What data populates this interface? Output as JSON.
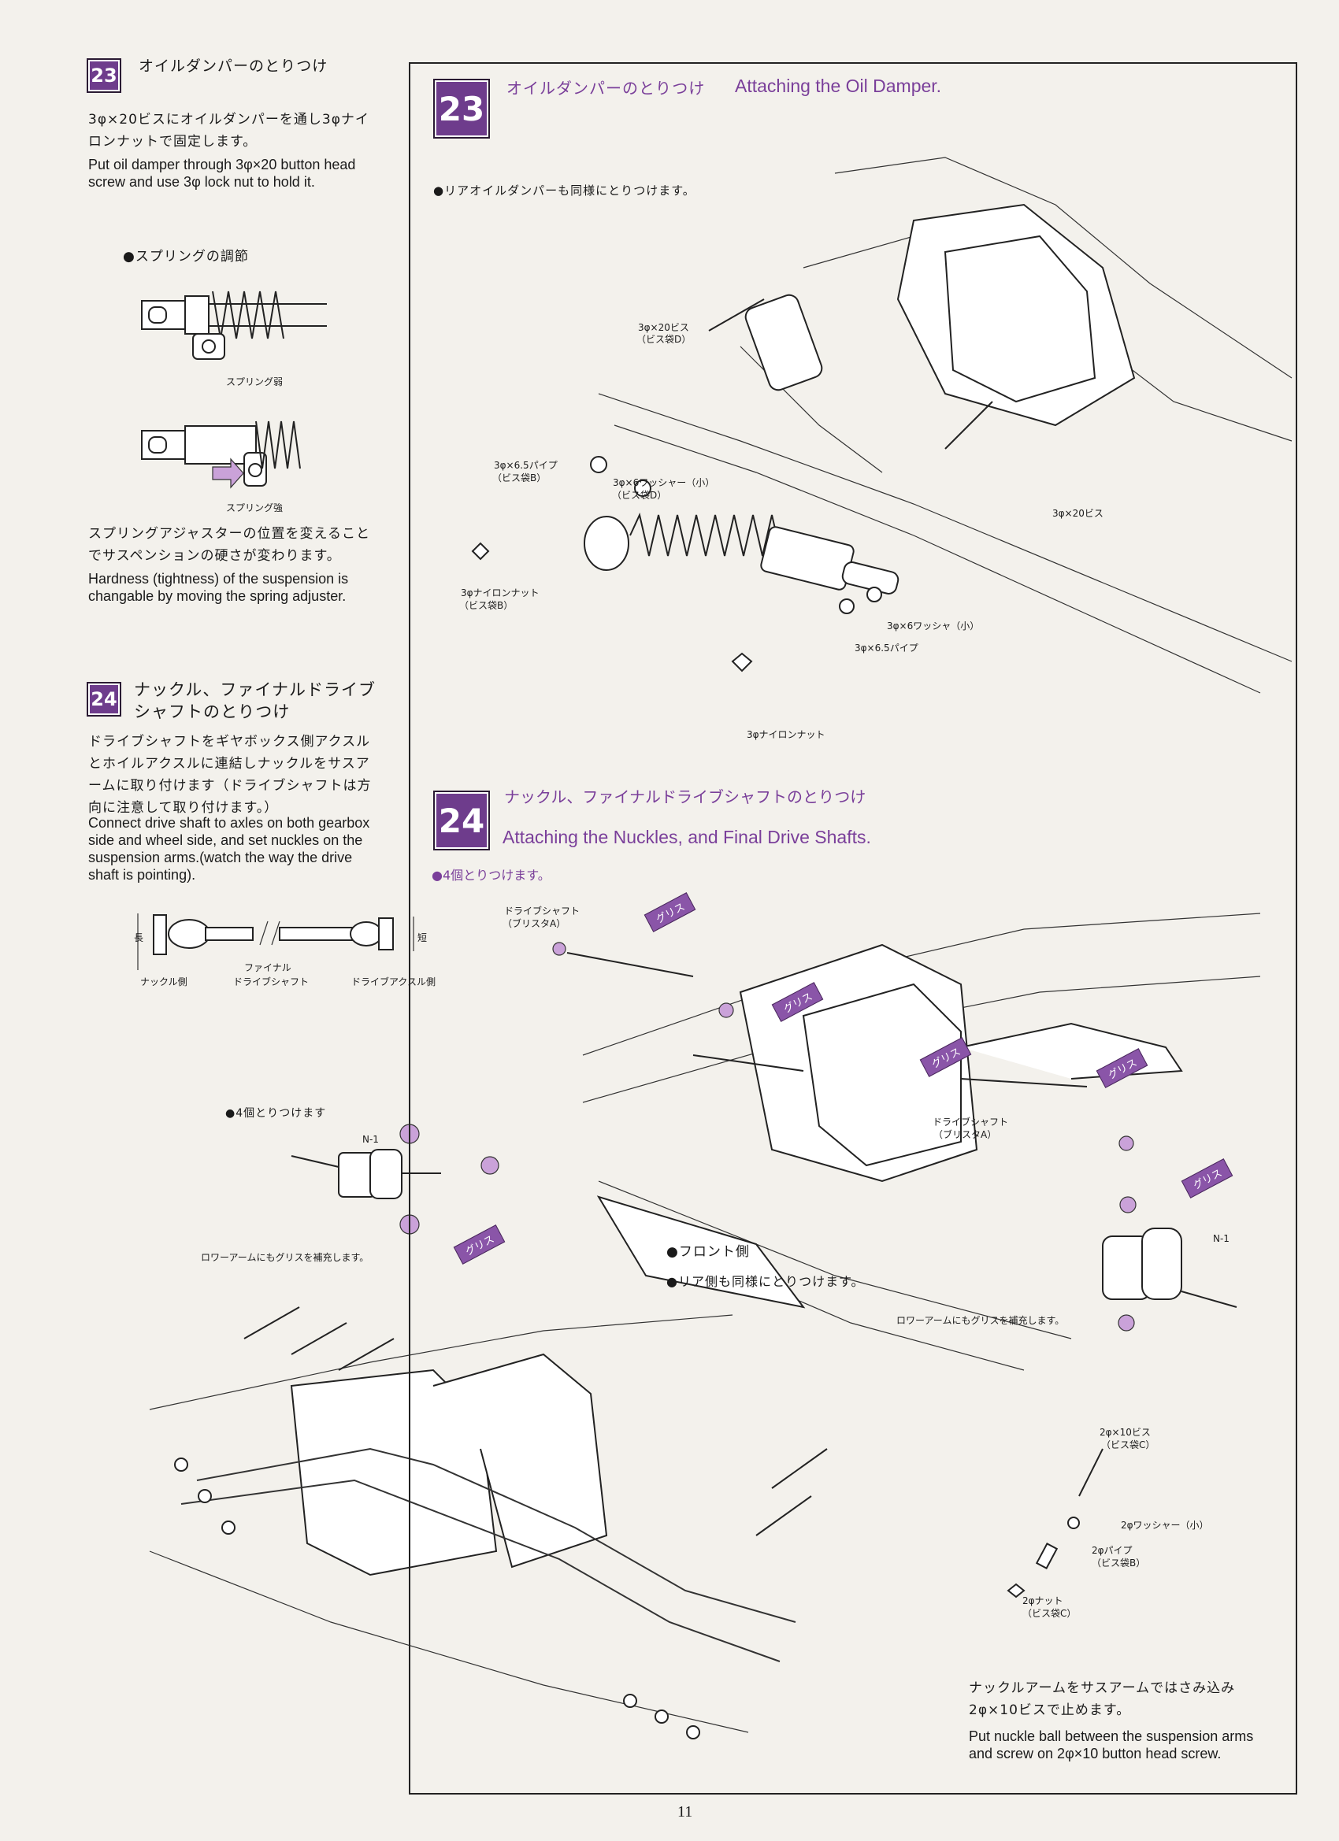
{
  "left": {
    "s23": {
      "num": "23",
      "title": "オイルダンパーのとりつけ",
      "jp": "3φ×20ビスにオイルダンパーを通し3φナイロンナットで固定します。",
      "en": "Put oil damper through 3φ×20 button head screw and use 3φ lock nut to hold it.",
      "spring_heading": "●スプリングの調節",
      "spring_weak": "スプリング弱",
      "spring_strong": "スプリング強",
      "adj_jp": "スプリングアジャスターの位置を変えることでサスペンションの硬さが変わります。",
      "adj_en": "Hardness (tightness) of the suspension is changable by moving the spring adjuster."
    },
    "s24": {
      "num": "24",
      "title1": "ナックル、ファイナルドライブ",
      "title2": "シャフトのとりつけ",
      "jp": "ドライブシャフトをギヤボックス側アクスルとホイルアクスルに連結しナックルをサスアームに取り付けます（ドライブシャフトは方向に注意して取り付けます。）",
      "en": "Connect drive shaft to axles on both gearbox side and wheel side, and set nuckles on the suspension arms.(watch the way the drive shaft is pointing).",
      "long": "長",
      "short": "短",
      "knuckle_side": "ナックル側",
      "final_shaft1": "ファイナル",
      "final_shaft2": "ドライブシャフト",
      "axle_side": "ドライブアクスル側",
      "four_note": "●4個とりつけます",
      "n1": "N-1",
      "grease": "グリス",
      "lower_arm_note": "ロワーアームにもグリスを補充します。"
    }
  },
  "right": {
    "s23": {
      "num": "23",
      "title_jp": "オイルダンパーのとりつけ",
      "title_en": "Attaching the Oil Damper.",
      "rear_note": "●リアオイルダンパーも同様にとりつけます。",
      "screw_a1": "3φ×20ビス",
      "screw_a2": "（ビス袋D）",
      "pipe_b1": "3φ×6.5パイプ",
      "pipe_b2": "（ビス袋B）",
      "washer1": "3φ×6ワッシャー（小）",
      "washer2": "（ビス袋D）",
      "screw_c": "3φ×20ビス",
      "nut1": "3φナイロンナット",
      "nut2": "（ビス袋B）",
      "washer_b": "3φ×6ワッシャ（小）",
      "pipe_c": "3φ×6.5パイプ",
      "nut_c": "3φナイロンナット"
    },
    "s24": {
      "num": "24",
      "title_jp": "ナックル、ファイナルドライブシャフトのとりつけ",
      "title_en": "Attaching the Nuckles, and Final Drive Shafts.",
      "four_note": "●4個とりつけます。",
      "shaft_a1": "ドライブシャフト",
      "shaft_a2": "（ブリスタA）",
      "shaft_b1": "ドライブシャフト",
      "shaft_b2": "（ブリスタA）",
      "grease": "グリス",
      "front": "●フロント側",
      "rear_same": "●リア側も同様にとりつけます。",
      "lower_arm_note": "ロワーアームにもグリスを補充します。",
      "n1": "N-1",
      "screw2_1": "2φ×10ビス",
      "screw2_2": "（ビス袋C）",
      "washer2": "2φワッシャー（小）",
      "pipe2_1": "2φパイプ",
      "pipe2_2": "（ビス袋B）",
      "nut2_1": "2φナット",
      "nut2_2": "（ビス袋C）",
      "nuckle_jp": "ナックルアームをサスアームではさみ込み2φ×10ビスで止めます。",
      "nuckle_en": "Put nuckle ball between the suspension arms and screw on 2φ×10 button head screw."
    }
  },
  "page_number": "11"
}
